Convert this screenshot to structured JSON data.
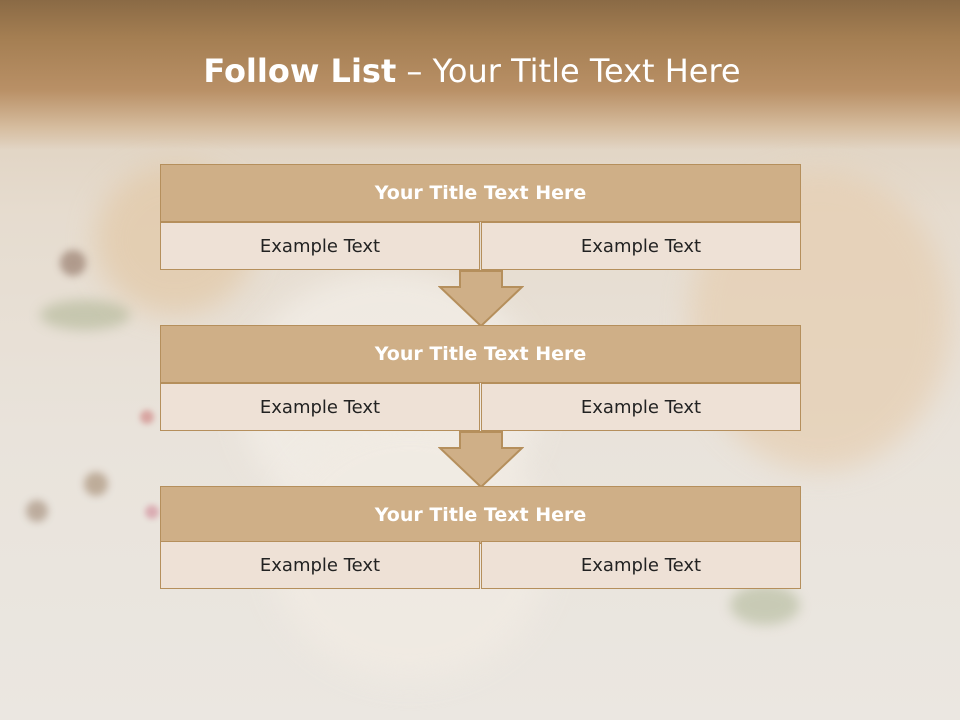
{
  "slide": {
    "title_bold": "Follow List",
    "title_rest": " – Your Title Text Here"
  },
  "blocks": [
    {
      "title": "Your Title Text Here",
      "left": "Example Text",
      "right": "Example Text"
    },
    {
      "title": "Your Title Text Here",
      "left": "Example Text",
      "right": "Example Text"
    },
    {
      "title": "Your Title Text Here",
      "left": "Example Text",
      "right": "Example Text"
    }
  ],
  "colors": {
    "header": "#a47e52",
    "block_head": "#cfaf87",
    "cell": "#eee1d6",
    "border": "#b58f5c"
  }
}
